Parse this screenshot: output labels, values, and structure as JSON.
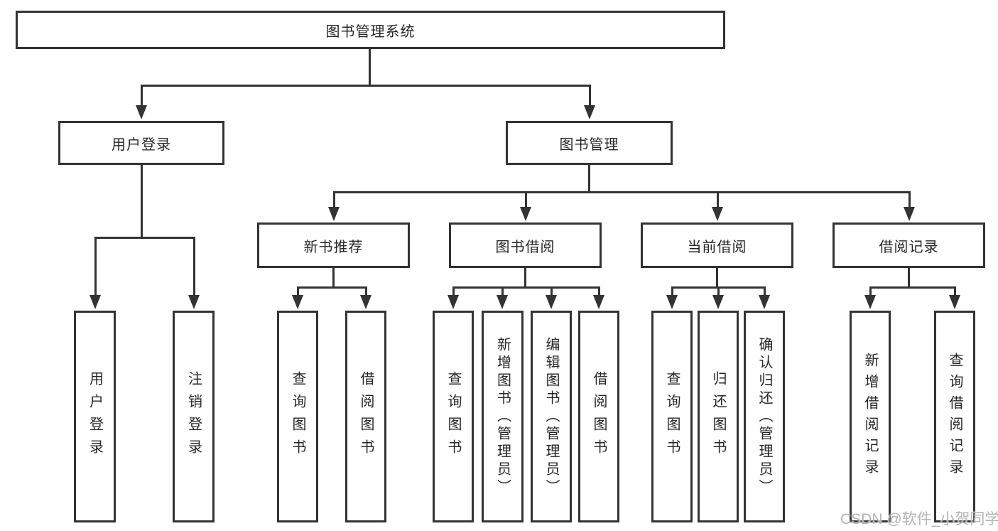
{
  "diagram": {
    "root": {
      "label": "图书管理系统"
    },
    "branches": {
      "user_login": {
        "label": "用户登录"
      },
      "book_mgmt": {
        "label": "图书管理"
      }
    },
    "modules": {
      "new_book_rec": {
        "label": "新书推荐"
      },
      "book_borrow": {
        "label": "图书借阅"
      },
      "current_borrow": {
        "label": "当前借阅"
      },
      "borrow_records": {
        "label": "借阅记录"
      }
    },
    "leaves": {
      "user_login_leaf": {
        "label": "用户登录"
      },
      "logout": {
        "label": "注销登录"
      },
      "rec_query_books": {
        "label": "查询图书"
      },
      "rec_borrow_books": {
        "label": "借阅图书"
      },
      "borrow_query_books": {
        "label": "查询图书"
      },
      "borrow_add_book": {
        "label": "新增图书（管理员）"
      },
      "borrow_edit_book": {
        "label": "编辑图书（管理员）"
      },
      "borrow_borrow_books": {
        "label": "借阅图书"
      },
      "current_query_books": {
        "label": "查询图书"
      },
      "current_return_book": {
        "label": "归还图书"
      },
      "current_confirm_return": {
        "label": "确认归还（管理员）"
      },
      "records_add_record": {
        "label": "新增借阅记录"
      },
      "records_query_record": {
        "label": "查询借阅记录"
      }
    }
  },
  "watermark": {
    "text": "CSDN @软件_小贺同学"
  },
  "colors": {
    "line": "#333333",
    "box_border": "#333333",
    "box_fill": "#ffffff",
    "text": "#262626",
    "watermark": "#b3b3b3",
    "background": "#ffffff"
  }
}
